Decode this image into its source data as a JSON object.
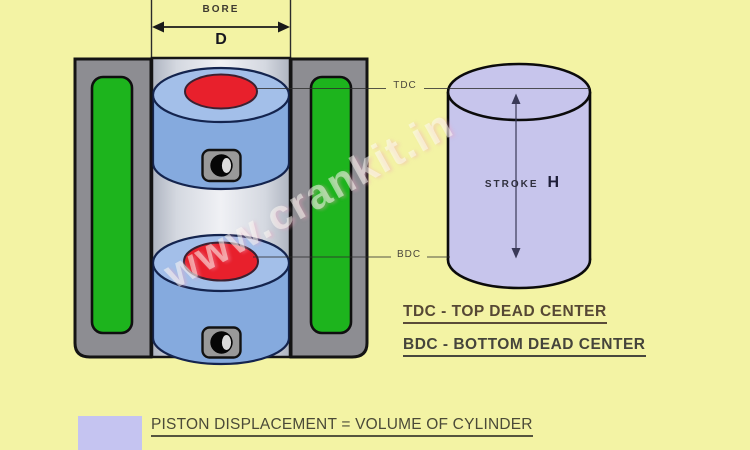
{
  "diagram": {
    "bore": {
      "label": "BORE",
      "symbol": "D"
    },
    "stroke": {
      "label": "STROKE",
      "symbol": "H"
    },
    "markers": {
      "tdc": "TDC",
      "bdc": "BDC"
    },
    "definitions": {
      "tdc": "TDC - TOP DEAD CENTER",
      "bdc": "BDC - BOTTOM DEAD CENTER"
    },
    "equation": "PISTON DISPLACEMENT = VOLUME OF CYLINDER",
    "watermark": "www.crankit.in",
    "colors": {
      "background": "#f3f3a4",
      "engine_block": "#8d8d92",
      "coolant_passage": "#1db41d",
      "piston_body": "#85aade",
      "piston_crown": "#a3bfe9",
      "combustion_charge": "#e8202c",
      "piston_pin": "#999999",
      "cylinder_volume": "#c7c5ec",
      "legend_swatch": "#c5c4f1"
    }
  }
}
